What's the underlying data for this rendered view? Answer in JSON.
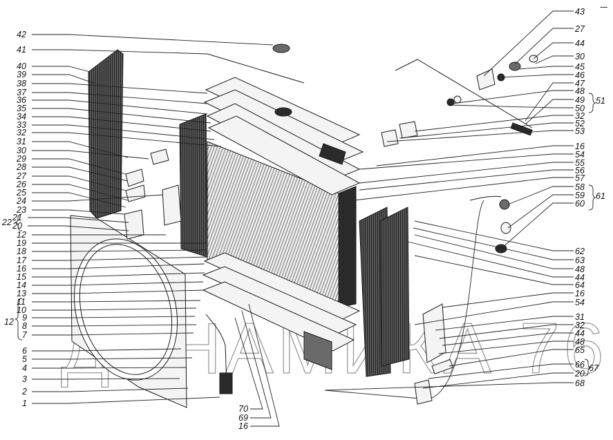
{
  "title": "Radiator assembly exploded view",
  "watermark": "ДИНАМИКА 76",
  "corner_mark": "-–",
  "callouts_left": [
    "42",
    "41",
    "40",
    "39",
    "38",
    "37",
    "36",
    "35",
    "34",
    "33",
    "32",
    "31",
    "30",
    "29",
    "28",
    "27",
    "26",
    "25",
    "24",
    "23",
    "21",
    "20",
    "12",
    "19",
    "18",
    "17",
    "16",
    "15",
    "14",
    "13",
    "11",
    "10",
    "9",
    "8",
    "7",
    "6",
    "5",
    "4",
    "3",
    "2",
    "1"
  ],
  "group_left_22": {
    "label": "22",
    "members": [
      "21",
      "20"
    ]
  },
  "group_left_12": {
    "label": "12",
    "members": [
      "11",
      "10",
      "9",
      "8",
      "7"
    ]
  },
  "callouts_right": [
    "43",
    "27",
    "44",
    "30",
    "45",
    "46",
    "47",
    "48",
    "49",
    "50",
    "32",
    "52",
    "53",
    "16",
    "54",
    "55",
    "56",
    "57",
    "58",
    "59",
    "60",
    "62",
    "63",
    "48",
    "44",
    "64",
    "16",
    "54",
    "31",
    "32",
    "44",
    "48",
    "65",
    "66",
    "20",
    "68"
  ],
  "group_right_51": {
    "label": "51",
    "members": [
      "48",
      "49",
      "50"
    ]
  },
  "group_right_61": {
    "label": "61",
    "members": [
      "58",
      "59",
      "60"
    ]
  },
  "group_right_67": {
    "label": "67",
    "members": [
      "66",
      "20"
    ]
  },
  "callouts_bottom": [
    "70",
    "69",
    "16"
  ],
  "colors": {
    "ink": "#1a1a1a",
    "paper": "#ffffff",
    "watermark": "#9a9a9a"
  }
}
